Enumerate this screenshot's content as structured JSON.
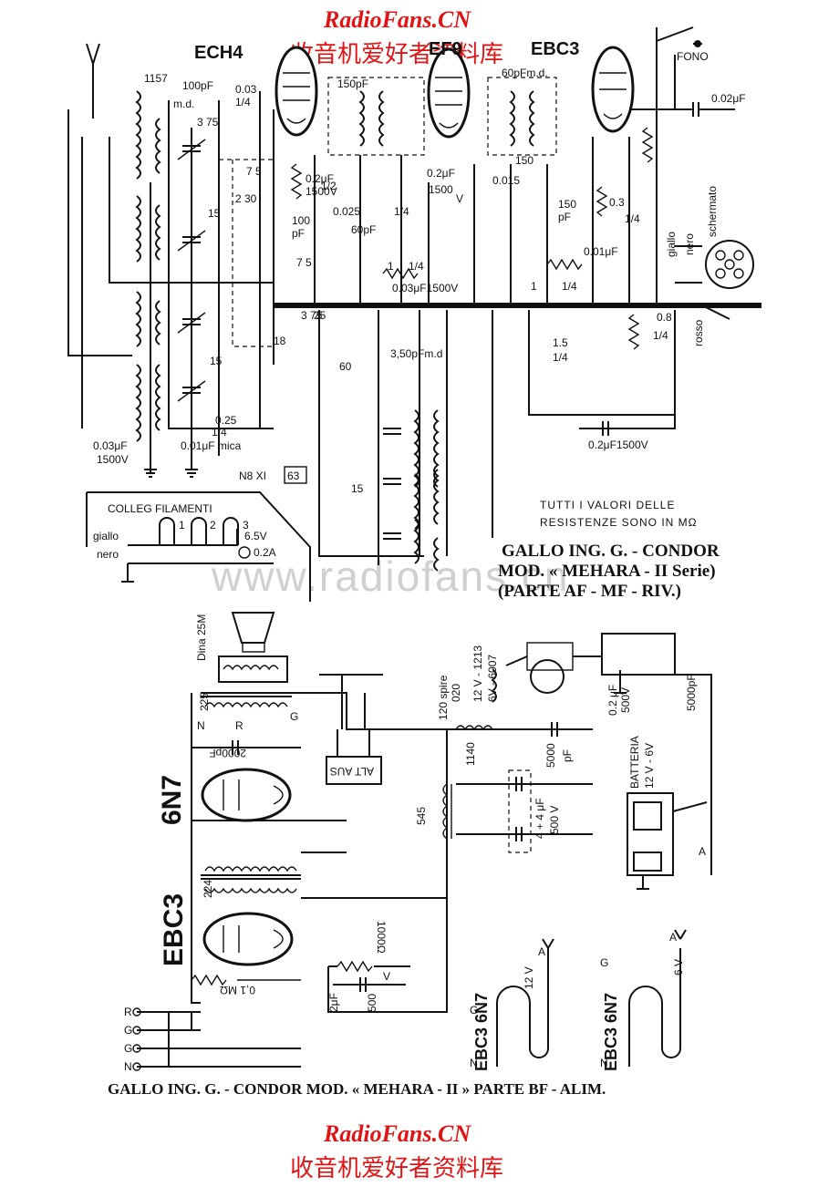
{
  "watermark": {
    "brand": "RadioFans.CN",
    "subtitle": "收音机爱好者资料库",
    "url": "www.radiofans.cn",
    "color": "#e01414"
  },
  "upper": {
    "tubes": [
      "ECH4",
      "EF9",
      "EBC3"
    ],
    "fono": "FONO",
    "labels": {
      "c1157": "1157",
      "c100pf": "100pF",
      "md": "m.d.",
      "v375": "3 75",
      "r003": "0.03",
      "r14a": "1/4",
      "c150pf": "150pF",
      "c60pfmd": "60pFm.d.",
      "c002uf": "0.02μF",
      "v75": "7 5",
      "r230": "2 30",
      "r12": "1/2",
      "c02uf_a": "0.2μF",
      "v1500a": "1500V",
      "c02uf_b": "0.2μF",
      "v1500b": "1500",
      "vV": "V",
      "r0015": "0.015",
      "c150": "150",
      "c150pf_b": "150",
      "pf": "pF",
      "r03": "0.3",
      "r14b": "1/4",
      "c15a": "15",
      "c100": "100",
      "pfb": "pF",
      "r0025": "0.025",
      "c60pf": "60pF",
      "r14c": "1/4",
      "c75": "7 5",
      "r1": "1",
      "r14d": "1/4",
      "c003uf": "0.03μF1500V",
      "c001uf": "0.01μF",
      "r1b": "1",
      "r14e": "1/4",
      "giallo": "giallo",
      "nero": "nero",
      "rosso": "rosso",
      "schermato": "schermato",
      "c375b": "3 75",
      "c18": "18",
      "c25": "25",
      "c350pfmd": "3,50pFm.d",
      "c60": "60",
      "r08": "0.8",
      "r14f": "1/4",
      "r15": "1.5",
      "r14g": "1/4",
      "c15b": "15",
      "c15c": "15",
      "r025": "0.25",
      "r14h": "1/4",
      "c003uf_b": "0.03μF",
      "v1500c": "1500V",
      "c001mica": "0.01μF mica",
      "nb": "N8 XI",
      "nb_box": "63",
      "c02uf1500": "0.2μF1500V",
      "c15d": "15"
    },
    "filaments": {
      "title": "COLLEG FILAMENTI",
      "giallo": "giallo",
      "nero": "nero",
      "n1": "1",
      "n2": "2",
      "n3": "3",
      "v65": "6.5V",
      "a02": "0.2A"
    },
    "note_line1": "TUTTI I VALORI DELLE",
    "note_line2": "RESISTENZE SONO IN MΩ",
    "title_line1": "GALLO ING. G. - CONDOR",
    "title_line2": "MOD. « MEHARA - II Serie)",
    "title_line3": "(PARTE AF - MF - RIV.)"
  },
  "lower": {
    "labels": {
      "dina": "Dina 25M",
      "n225": "225",
      "N": "N",
      "R": "R",
      "G": "G",
      "c2000pf": "2000pF",
      "altaus": "ALT AUS",
      "tube_6n7": "6N7",
      "tube_ebc3": "EBC3",
      "n224": "224",
      "r1000": "1000Ω",
      "c2uf": "2μF",
      "v500": "500",
      "vV": "V",
      "oumio": "0,1 MΩ",
      "spire": "120 spire",
      "n020": "020",
      "v12": "12 V - 1213",
      "v6": "6V - 6007",
      "n1140": "1140",
      "c5000": "5000",
      "pf": "pF",
      "c44uf": "4 + 4 μF",
      "v500b": "500 V",
      "n545": "545",
      "c02": "0.2 μF",
      "v500c": "500V",
      "c5000b": "5000pF",
      "batteria": "BATTERIA",
      "batt_v": "12 V - 6V",
      "A": "A",
      "ebc3_6n7a": "EBC3 6N7",
      "ebc3_6n7b": "EBC3 6N7",
      "v12b": "12 V",
      "v6b": "6 V",
      "Ga": "G",
      "Na": "N",
      "Gb": "G",
      "Nb": "N",
      "Aa": "A",
      "Ab": "A",
      "R2": "R",
      "G2": "G",
      "N2": "N"
    },
    "title": "GALLO ING. G. - CONDOR MOD. « MEHARA - II » PARTE BF - ALIM."
  }
}
